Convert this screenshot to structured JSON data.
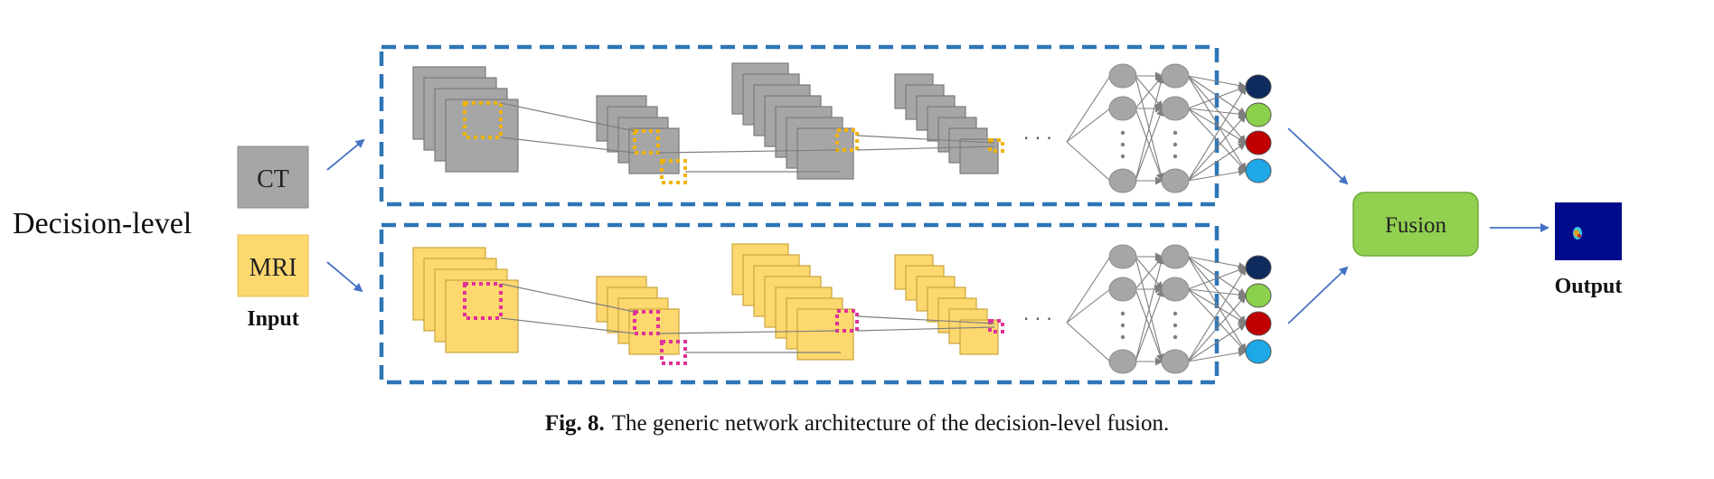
{
  "diagram": {
    "level_label": "Decision-level",
    "input_ct": "CT",
    "input_mri": "MRI",
    "input_label": "Input",
    "fusion_label": "Fusion",
    "output_label": "Output",
    "ellipsis": "· · ·",
    "colors": {
      "ct_gray": "#a6a6a6",
      "mri_yellow": "#fdd86f",
      "dashed_box": "#2e75b6",
      "fusion_green": "#92d050",
      "ct_kernel": "#f0b400",
      "mri_kernel": "#e0309a",
      "output_classes": [
        "#0f2a5c",
        "#8bd14b",
        "#c00000",
        "#1ea8e8"
      ]
    },
    "icons": [
      "output-image-icon"
    ]
  },
  "caption": {
    "fig_label": "Fig. 8.",
    "text": "The generic network architecture of the decision-level fusion."
  }
}
